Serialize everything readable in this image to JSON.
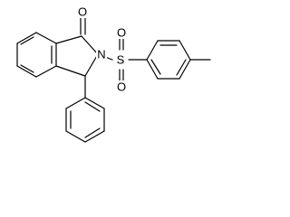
{
  "structure": {
    "atoms": {
      "oxygen_carbonyl": "O",
      "nitrogen": "N",
      "sulfur": "S",
      "oxygen_sulfonyl_top": "O",
      "oxygen_sulfonyl_bottom": "O"
    },
    "bond_color": "#000000",
    "background": "#ffffff"
  }
}
